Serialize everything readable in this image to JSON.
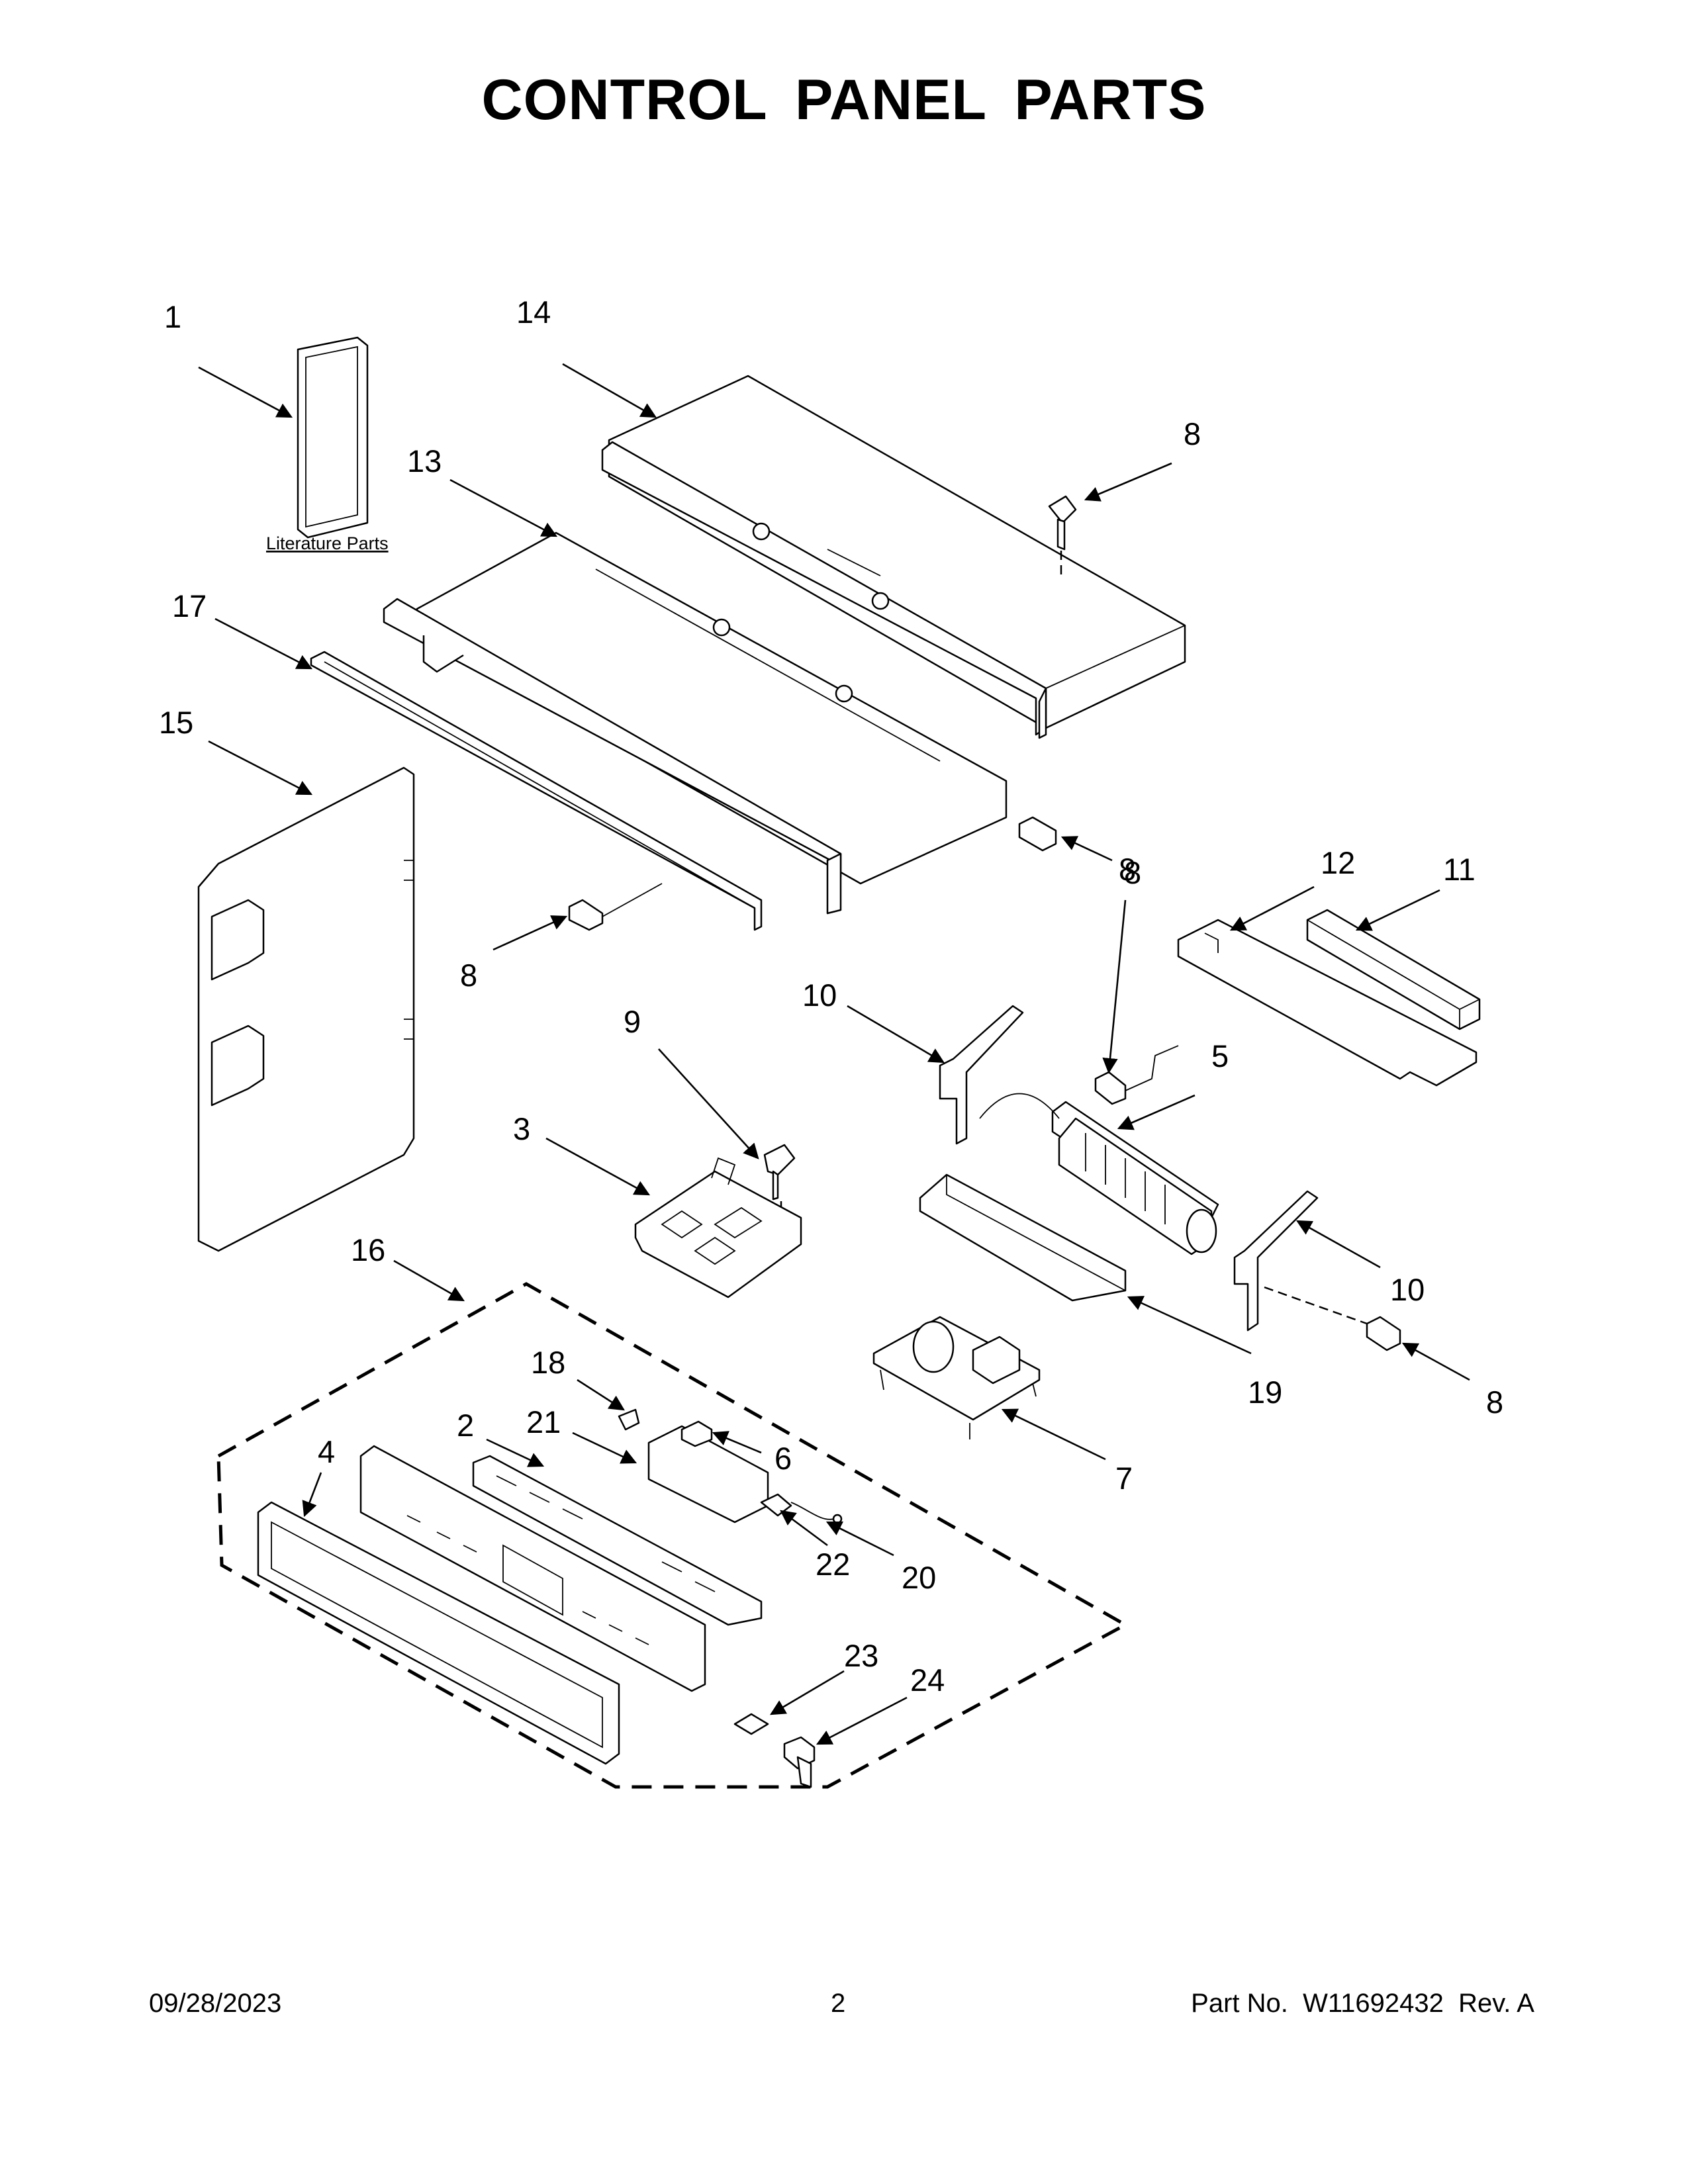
{
  "page": {
    "title": "CONTROL PANEL PARTS",
    "footer_date": "09/28/2023",
    "footer_page": "2",
    "footer_part_label": "Part No.",
    "footer_part_number": "W11692432",
    "footer_rev": "Rev. A"
  },
  "literature_label": "Literature Parts",
  "callouts": [
    {
      "id": "c1",
      "text": "1"
    },
    {
      "id": "c14",
      "text": "14"
    },
    {
      "id": "c8a",
      "text": "8"
    },
    {
      "id": "c13",
      "text": "13"
    },
    {
      "id": "c17",
      "text": "17"
    },
    {
      "id": "c15",
      "text": "15"
    },
    {
      "id": "c8b",
      "text": "8"
    },
    {
      "id": "c8c",
      "text": "8"
    },
    {
      "id": "c12",
      "text": "12"
    },
    {
      "id": "c11",
      "text": "11"
    },
    {
      "id": "c8d",
      "text": "8"
    },
    {
      "id": "c9",
      "text": "9"
    },
    {
      "id": "c10a",
      "text": "10"
    },
    {
      "id": "c5",
      "text": "5"
    },
    {
      "id": "c3",
      "text": "3"
    },
    {
      "id": "c16",
      "text": "16"
    },
    {
      "id": "c10b",
      "text": "10"
    },
    {
      "id": "c19",
      "text": "19"
    },
    {
      "id": "c8e",
      "text": "8"
    },
    {
      "id": "c7",
      "text": "7"
    },
    {
      "id": "c18",
      "text": "18"
    },
    {
      "id": "c2",
      "text": "2"
    },
    {
      "id": "c21",
      "text": "21"
    },
    {
      "id": "c6",
      "text": "6"
    },
    {
      "id": "c4",
      "text": "4"
    },
    {
      "id": "c22",
      "text": "22"
    },
    {
      "id": "c20",
      "text": "20"
    },
    {
      "id": "c23",
      "text": "23"
    },
    {
      "id": "c24",
      "text": "24"
    }
  ]
}
